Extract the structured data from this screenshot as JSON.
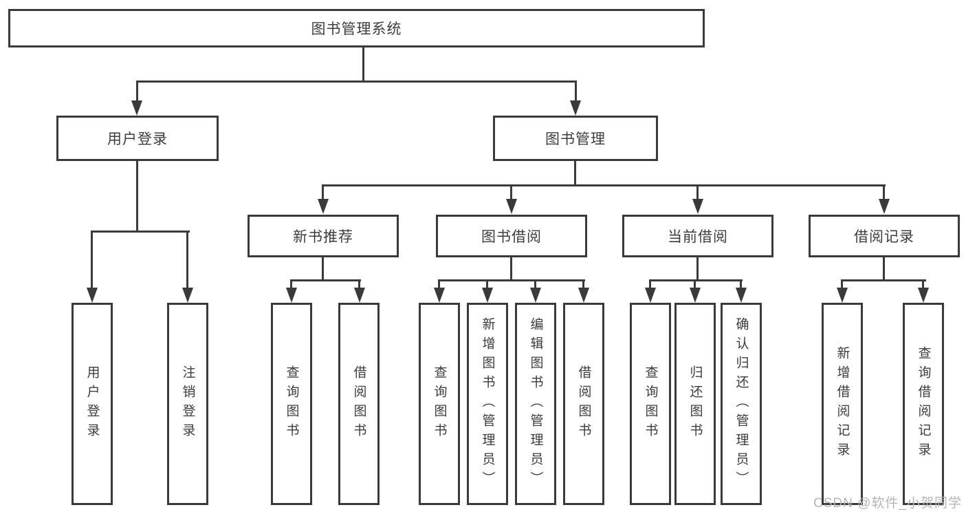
{
  "diagram": {
    "root": {
      "label": "图书管理系统"
    },
    "user_login": {
      "label": "用户登录",
      "children": [
        {
          "label": "用户登录"
        },
        {
          "label": "注销登录"
        }
      ]
    },
    "book_management": {
      "label": "图书管理",
      "children": [
        {
          "label": "新书推荐",
          "children": [
            {
              "label": "查询图书"
            },
            {
              "label": "借阅图书"
            }
          ]
        },
        {
          "label": "图书借阅",
          "children": [
            {
              "label": "查询图书"
            },
            {
              "label": "新增图书（管理员）"
            },
            {
              "label": "编辑图书（管理员）"
            },
            {
              "label": "借阅图书"
            }
          ]
        },
        {
          "label": "当前借阅",
          "children": [
            {
              "label": "查询图书"
            },
            {
              "label": "归还图书"
            },
            {
              "label": "确认归还（管理员）"
            }
          ]
        },
        {
          "label": "借阅记录",
          "children": [
            {
              "label": "新增借阅记录"
            },
            {
              "label": "查询借阅记录"
            }
          ]
        }
      ]
    },
    "watermark": "CSDN @软件_小贺同学",
    "colors": {
      "line": "#3a3a3a",
      "text": "#3c3c3c",
      "watermark": "#b5b5b5",
      "background": "#ffffff"
    }
  }
}
